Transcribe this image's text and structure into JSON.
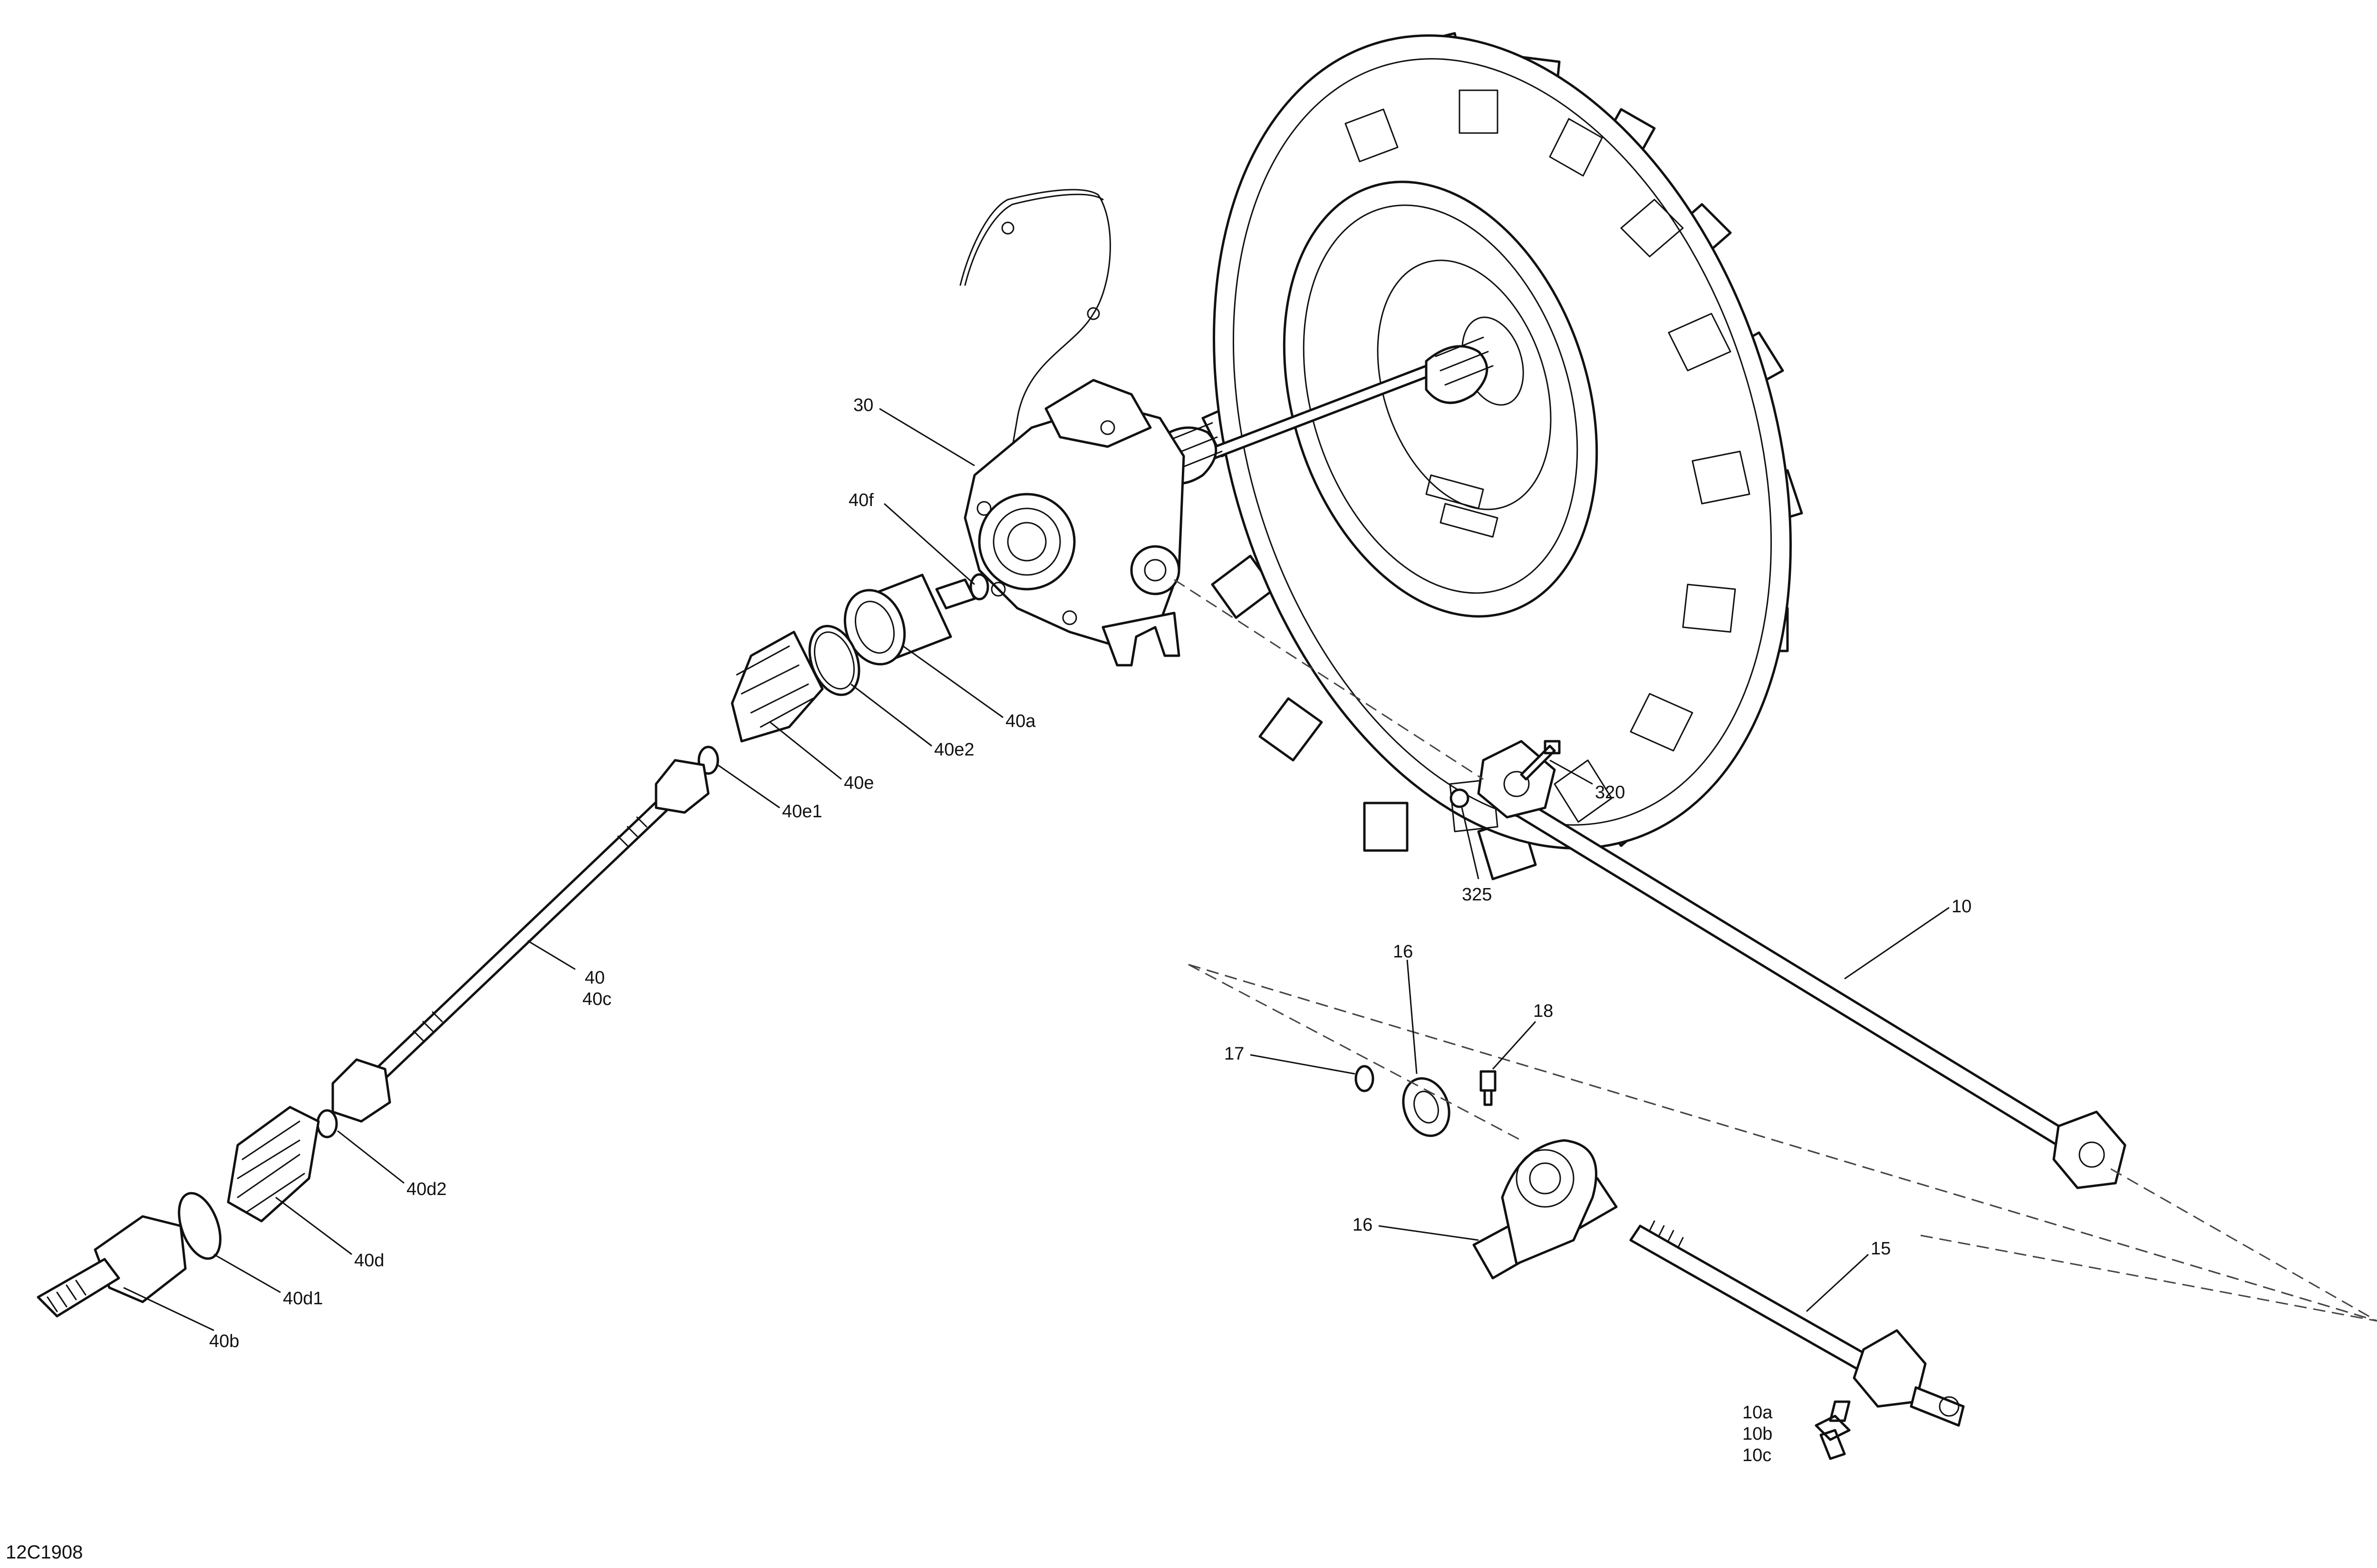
{
  "diagram_ref": "12C1908",
  "callouts": {
    "c30": "30",
    "c40f": "40f",
    "c40a": "40a",
    "c40e2": "40e2",
    "c40e": "40e",
    "c40e1": "40e1",
    "c40": "40",
    "c40c": "40c",
    "c40d2": "40d2",
    "c40d": "40d",
    "c40d1": "40d1",
    "c40b": "40b",
    "c320": "320",
    "c325": "325",
    "c10": "10",
    "c16a": "16",
    "c18": "18",
    "c17": "17",
    "c16b": "16",
    "c15": "15",
    "c10a": "10a",
    "c10b": "10b",
    "c10c": "10c"
  }
}
